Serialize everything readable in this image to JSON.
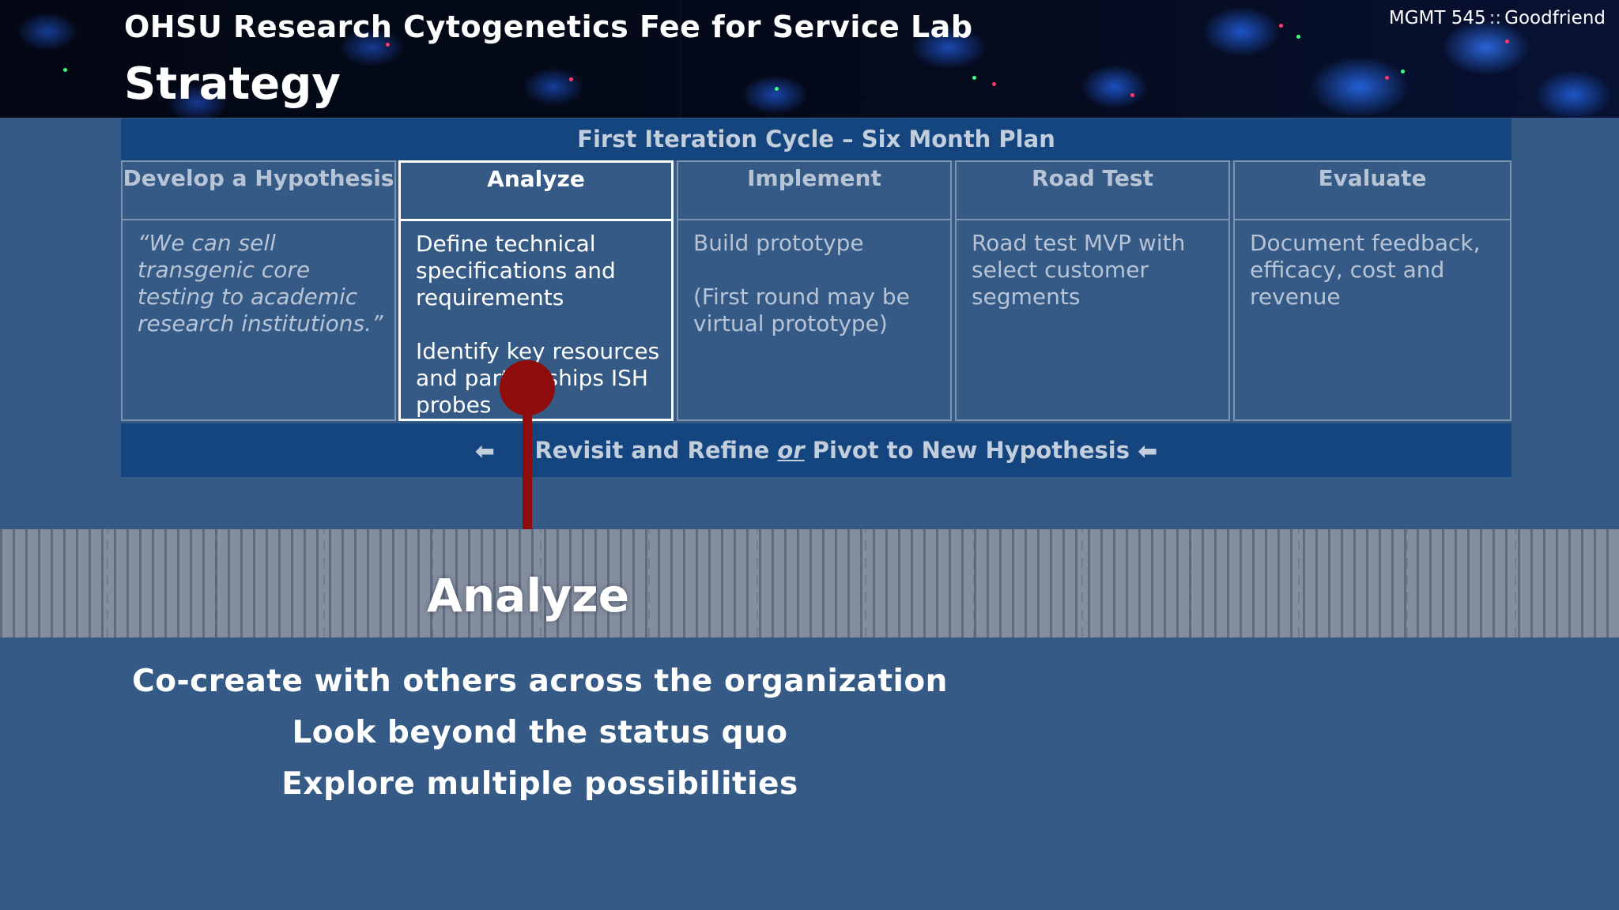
{
  "header": {
    "org_title": "OHSU Research Cytogenetics Fee for Service Lab",
    "section_title": "Strategy",
    "course_code": "MGMT 545",
    "course_separator": "::",
    "course_author": "Goodfriend"
  },
  "cycle": {
    "title": "First Iteration Cycle – Six Month Plan",
    "columns": [
      {
        "header": "Develop a Hypothesis",
        "lines": [
          "“We can sell transgenic core testing to academic research institutions.”"
        ]
      },
      {
        "header": "Analyze",
        "lines": [
          "Define technical specifications and requirements",
          "Identify key resources and partnerships ISH probes"
        ]
      },
      {
        "header": "Implement",
        "lines": [
          "Build prototype",
          "(First round may be virtual prototype)"
        ]
      },
      {
        "header": "Road Test",
        "lines": [
          "Road test MVP with select customer segments"
        ]
      },
      {
        "header": "Evaluate",
        "lines": [
          "Document feedback, efficacy, cost and revenue"
        ]
      }
    ],
    "footer": {
      "arrow": "⬅",
      "text_before": "Revisit and Refine",
      "text_emph": "or",
      "text_after": "Pivot to New Hypothesis"
    }
  },
  "focus": {
    "title": "Analyze",
    "points": [
      "Co-create with others across the organization",
      "Look beyond the status quo",
      "Explore multiple possibilities"
    ]
  },
  "colors": {
    "background": "#355a85",
    "table_band": "#15457f",
    "pointer": "#8e0c0c"
  }
}
